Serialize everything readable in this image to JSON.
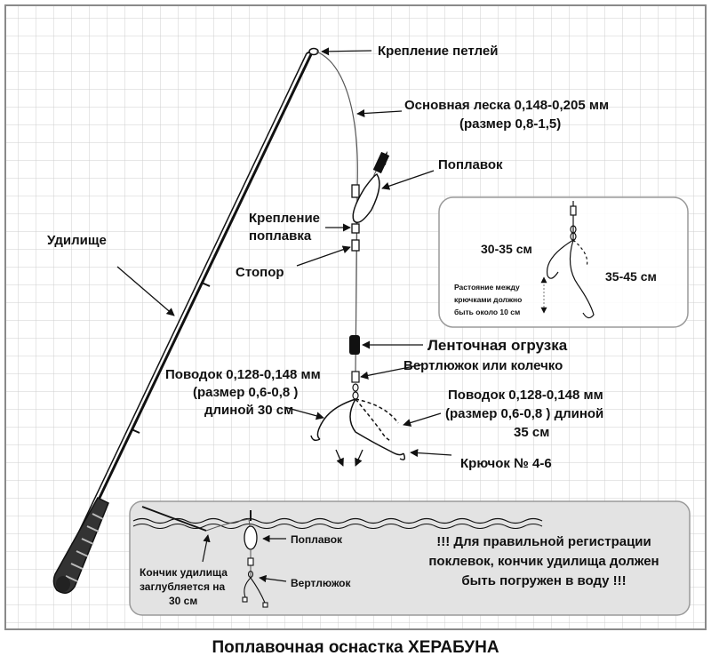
{
  "title": "Поплавочная оснастка ХЕРАБУНА",
  "labels": {
    "loop_attachment": "Крепление петлей",
    "main_line_1": "Основная леска 0,148-0,205 мм",
    "main_line_2": "(размер 0,8-1,5)",
    "float": "Поплавок",
    "float_mount_1": "Крепление",
    "float_mount_2": "поплавка",
    "stopper": "Стопор",
    "rod": "Удилище",
    "tape_weight": "Ленточная огрузка",
    "swivel": "Вертлюжок или колечко",
    "left_leader_1": "Поводок 0,128-0,148 мм",
    "left_leader_2": "(размер 0,6-0,8 )",
    "left_leader_3": "длиной 30 см",
    "right_leader_1": "Поводок 0,128-0,148 мм",
    "right_leader_2": "(размер 0,6-0,8 ) длиной",
    "right_leader_3": "35 см",
    "hook": "Крючок № 4-6"
  },
  "inset": {
    "len_short": "30-35 см",
    "len_long": "35-45 см",
    "note_1": "Растояние между",
    "note_2": "крючками должно",
    "note_3": "быть около 10 см"
  },
  "bottom": {
    "float": "Поплавок",
    "swivel": "Вертлюжок",
    "rod_tip_1": "Кончик удилища",
    "rod_tip_2": "заглубляется на",
    "rod_tip_3": "30 см",
    "notice_1": "!!! Для правильной регистрации",
    "notice_2": "поклевок, кончик удилища должен",
    "notice_3": "быть погружен в воду !!!"
  },
  "colors": {
    "grid": "#cfcfcf",
    "panel_bg": "#e3e3e3",
    "panel_border": "#9a9a9a",
    "ink": "#111111"
  },
  "icons": [
    "arrow-icon",
    "float-icon",
    "hook-icon",
    "swivel-icon",
    "weight-icon",
    "rod-icon"
  ]
}
